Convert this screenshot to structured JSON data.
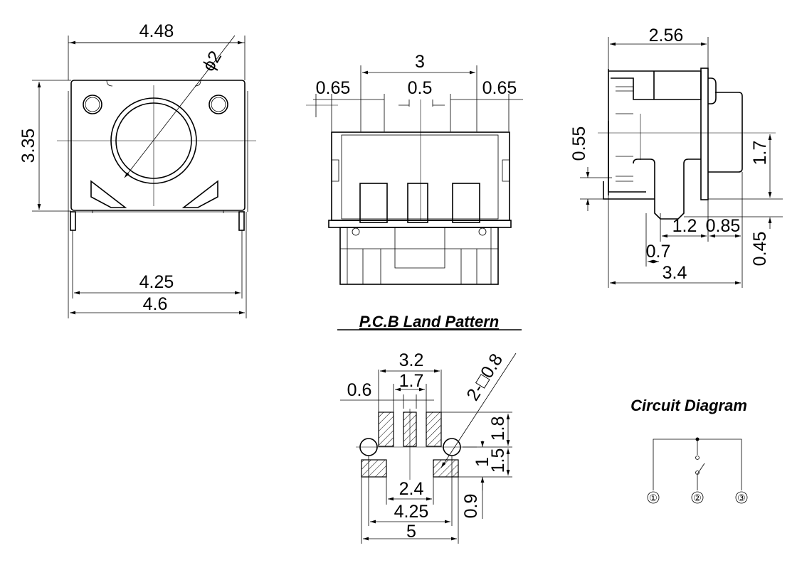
{
  "front_view": {
    "width_top": "4.48",
    "height": "3.35",
    "diameter": "ϕ2",
    "pin_span_inner": "4.25",
    "width_bottom": "4.6"
  },
  "bottom_view": {
    "overall": "3",
    "left_pitch": "0.65",
    "center": "0.5",
    "right_pitch": "0.65"
  },
  "side_view": {
    "width": "2.56",
    "offset": "0.55",
    "height": "1.7",
    "d1": "1.2",
    "d2": "0.85",
    "d3": "0.7",
    "d4": "0.45",
    "length": "3.4"
  },
  "pcb_land_pattern": {
    "title": "P.C.B Land Pattern",
    "span_outer": "3.2",
    "span_inner": "1.7",
    "pad_width": "0.6",
    "hole": "2-□0.8",
    "h1": "1.8",
    "h2": "1.5",
    "h3": "1",
    "h4": "0.9",
    "w1": "2.4",
    "w2": "4.25",
    "w3": "5"
  },
  "circuit_diagram": {
    "title": "Circuit Diagram",
    "pins": [
      "①",
      "②",
      "③"
    ]
  }
}
